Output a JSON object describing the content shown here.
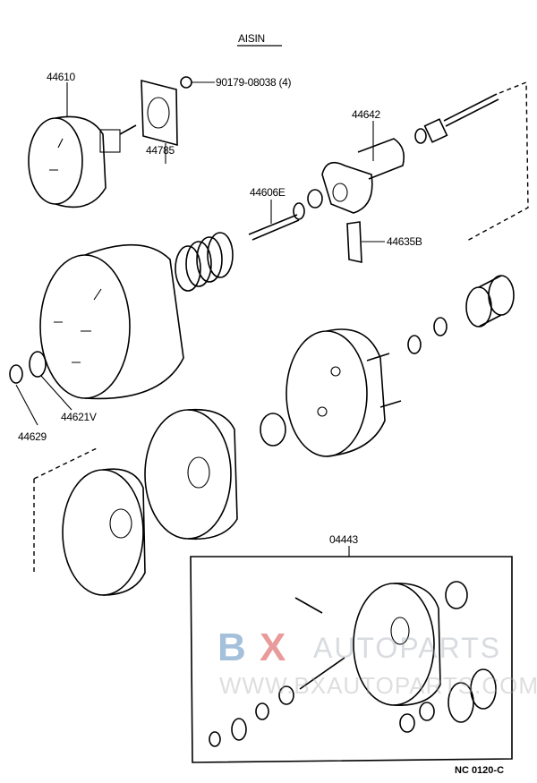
{
  "title": "AISIN",
  "labels": {
    "booster": "44610",
    "gasket": "44785",
    "nut": "90179-08038 (4)",
    "body": "44642",
    "rod": "44606E",
    "key": "44635B",
    "seal": "44621V",
    "retainer": "44629",
    "kit": "04443"
  },
  "diagram_code": "NC 0120-C",
  "watermark": {
    "brand_b": "B",
    "brand_x": "X",
    "brand_rest": "AUTOPARTS",
    "url": "WWW.BXAUTOPARTS.COM",
    "color_b": "#7fa6cc",
    "color_x": "#e07070"
  }
}
